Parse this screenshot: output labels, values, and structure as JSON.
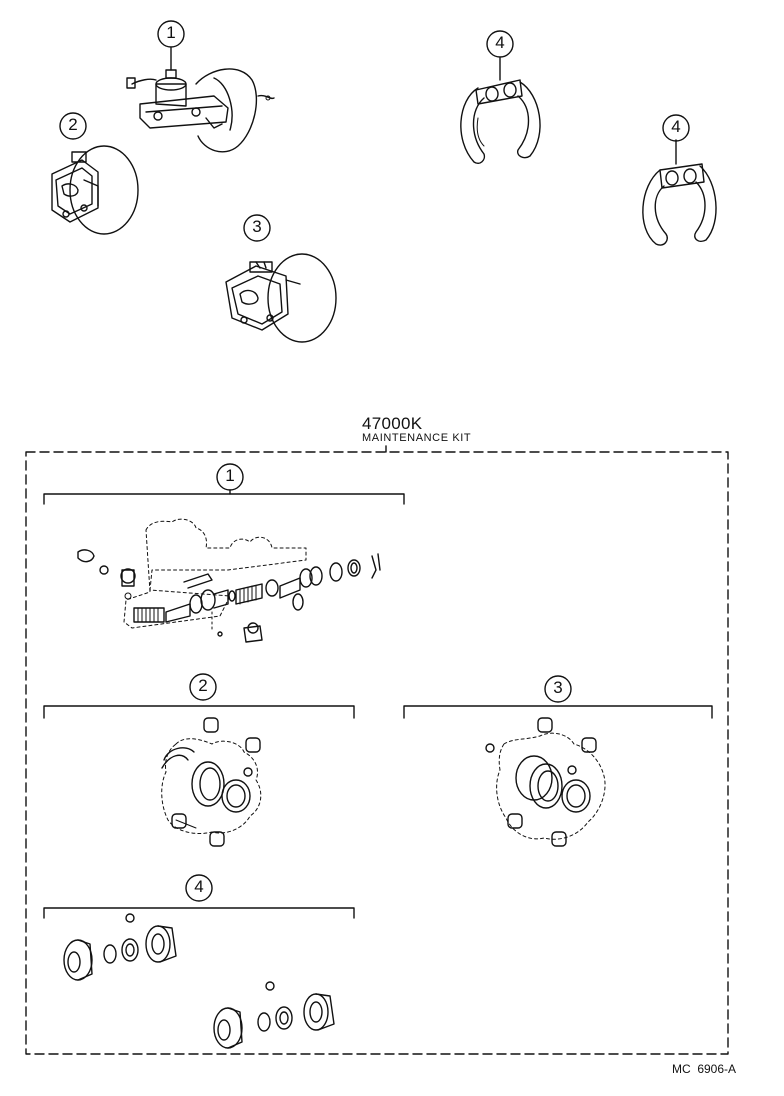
{
  "kit": {
    "part_number": "47000K",
    "name": "MAINTENANCE KIT"
  },
  "callouts": {
    "master_cylinder": "1",
    "front_caliper": "2",
    "rear_caliper": "3",
    "wheel_cylinder_left": "4",
    "wheel_cylinder_right": "4"
  },
  "kit_groups": {
    "master_cylinder": "1",
    "front_caliper": "2",
    "rear_caliper": "3",
    "wheel_cylinder": "4"
  },
  "diagram_code": "MC  6906-A"
}
